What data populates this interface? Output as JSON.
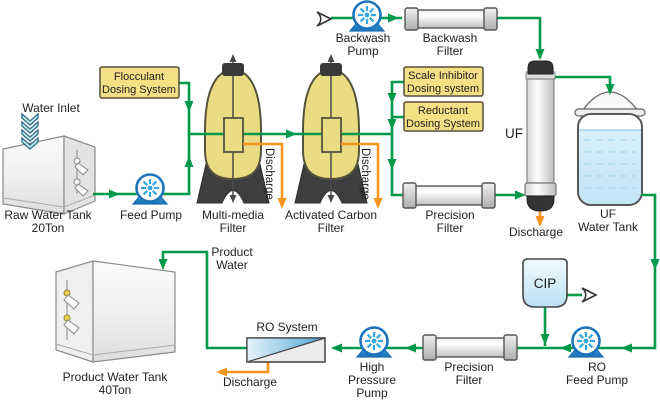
{
  "diagram": {
    "type": "process-flow",
    "subject": "Water treatment plant flow diagram",
    "colors": {
      "flow_line": "#009a4a",
      "discharge_line": "#f7941e",
      "dosing_box_fill": "#f6e086",
      "vessel_fill": "#e9dc82",
      "pump_outline_blue": "#1b75bc",
      "pump_impeller_blue": "#35a8e0",
      "water_fill": "#cdeaf7",
      "equipment_dark": "#3a3a3a"
    },
    "nodes": {
      "water_inlet": {
        "label": "Water Inlet"
      },
      "raw_water_tank": {
        "line1": "Raw Water Tank",
        "line2": "20Ton"
      },
      "feed_pump": {
        "label": "Feed Pump"
      },
      "flocculant_dosing": {
        "line1": "Flocculant",
        "line2": "Dosing System"
      },
      "multi_media_filter": {
        "line1": "Multi-media",
        "line2": "Filter"
      },
      "activated_carbon_filter": {
        "line1": "Activated Carbon",
        "line2": "Filter"
      },
      "scale_inhibitor_dosing": {
        "line1": "Scale Inhibitor",
        "line2": "Dosing system"
      },
      "reductant_dosing": {
        "line1": "Reductant",
        "line2": "Dosing System"
      },
      "precision_filter_1": {
        "line1": "Precision",
        "line2": "Filter"
      },
      "backwash_pump": {
        "line1": "Backwash",
        "line2": "Pump"
      },
      "backwash_filter": {
        "line1": "Backwash",
        "line2": "Filter"
      },
      "uf_membrane": {
        "label": "UF"
      },
      "uf_water_tank": {
        "line1": "UF",
        "line2": "Water Tank"
      },
      "cip": {
        "label": "CIP"
      },
      "ro_feed_pump": {
        "line1": "RO",
        "line2": "Feed Pump"
      },
      "precision_filter_2": {
        "line1": "Precision",
        "line2": "Filter"
      },
      "high_pressure_pump": {
        "line1": "High",
        "line2": "Pressure",
        "line3": "Pump"
      },
      "ro_system": {
        "label": "RO System"
      },
      "product_water": {
        "line1": "Product",
        "line2": "Water"
      },
      "product_water_tank": {
        "line1": "Product Water Tank",
        "line2": "40Ton"
      },
      "discharge": {
        "label": "Discharge"
      }
    }
  }
}
